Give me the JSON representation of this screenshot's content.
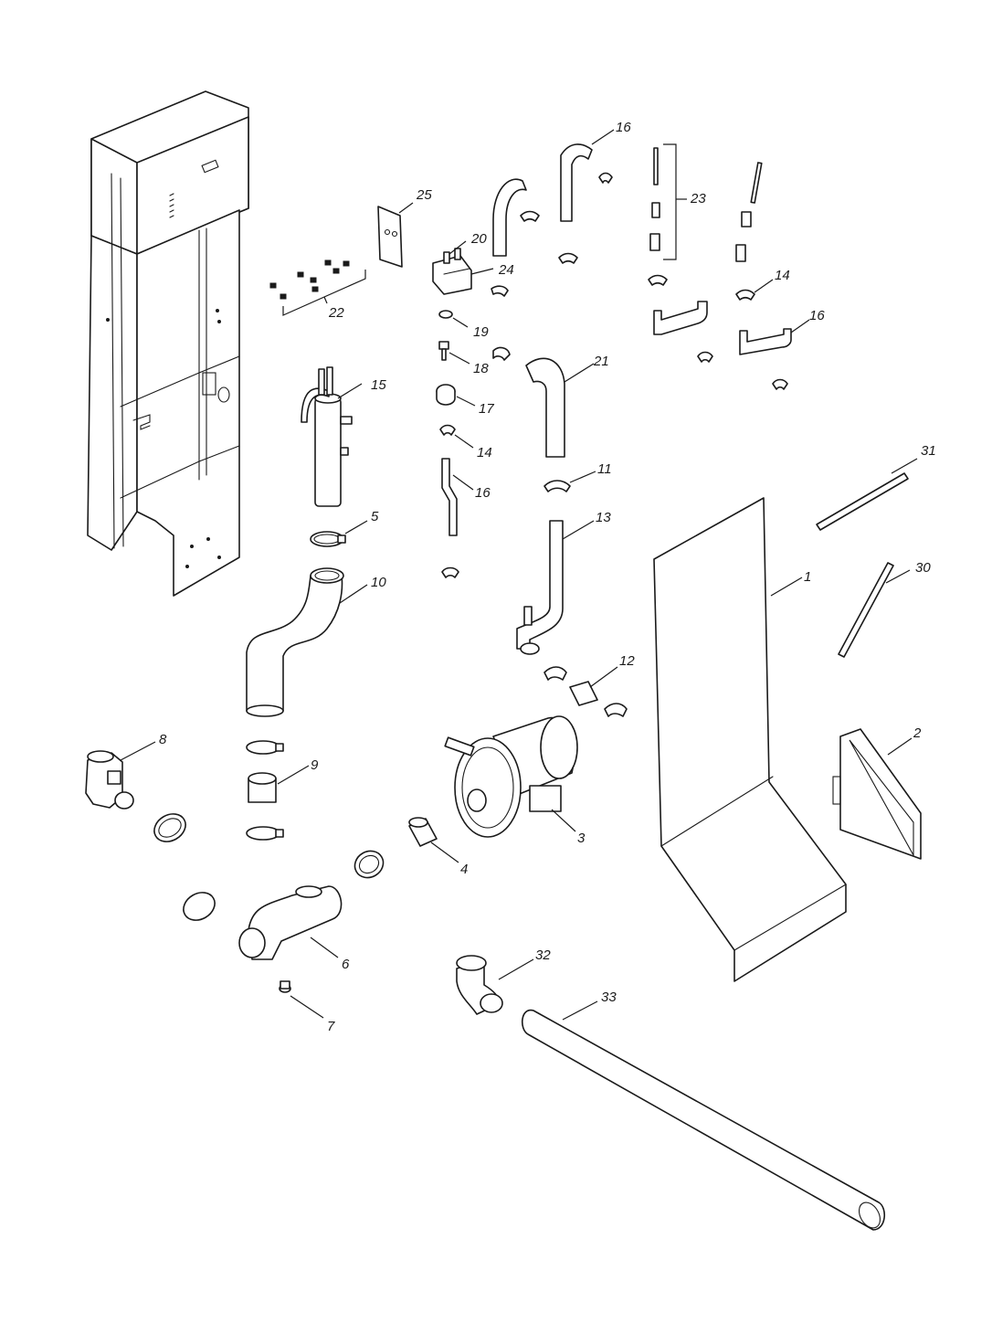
{
  "callouts": [
    {
      "id": "c1",
      "label": "1"
    },
    {
      "id": "c2",
      "label": "2"
    },
    {
      "id": "c3",
      "label": "3"
    },
    {
      "id": "c4",
      "label": "4"
    },
    {
      "id": "c5",
      "label": "5"
    },
    {
      "id": "c6",
      "label": "6"
    },
    {
      "id": "c7",
      "label": "7"
    },
    {
      "id": "c8",
      "label": "8"
    },
    {
      "id": "c9",
      "label": "9"
    },
    {
      "id": "c10",
      "label": "10"
    },
    {
      "id": "c11",
      "label": "11"
    },
    {
      "id": "c12",
      "label": "12"
    },
    {
      "id": "c13",
      "label": "13"
    },
    {
      "id": "c14a",
      "label": "14"
    },
    {
      "id": "c14b",
      "label": "14"
    },
    {
      "id": "c15",
      "label": "15"
    },
    {
      "id": "c16a",
      "label": "16"
    },
    {
      "id": "c16b",
      "label": "16"
    },
    {
      "id": "c16c",
      "label": "16"
    },
    {
      "id": "c17",
      "label": "17"
    },
    {
      "id": "c18",
      "label": "18"
    },
    {
      "id": "c19",
      "label": "19"
    },
    {
      "id": "c20",
      "label": "20"
    },
    {
      "id": "c21",
      "label": "21"
    },
    {
      "id": "c22",
      "label": "22"
    },
    {
      "id": "c23",
      "label": "23"
    },
    {
      "id": "c24",
      "label": "24"
    },
    {
      "id": "c25",
      "label": "25"
    },
    {
      "id": "c30",
      "label": "30"
    },
    {
      "id": "c31",
      "label": "31"
    },
    {
      "id": "c32",
      "label": "32"
    },
    {
      "id": "c33",
      "label": "33"
    }
  ]
}
